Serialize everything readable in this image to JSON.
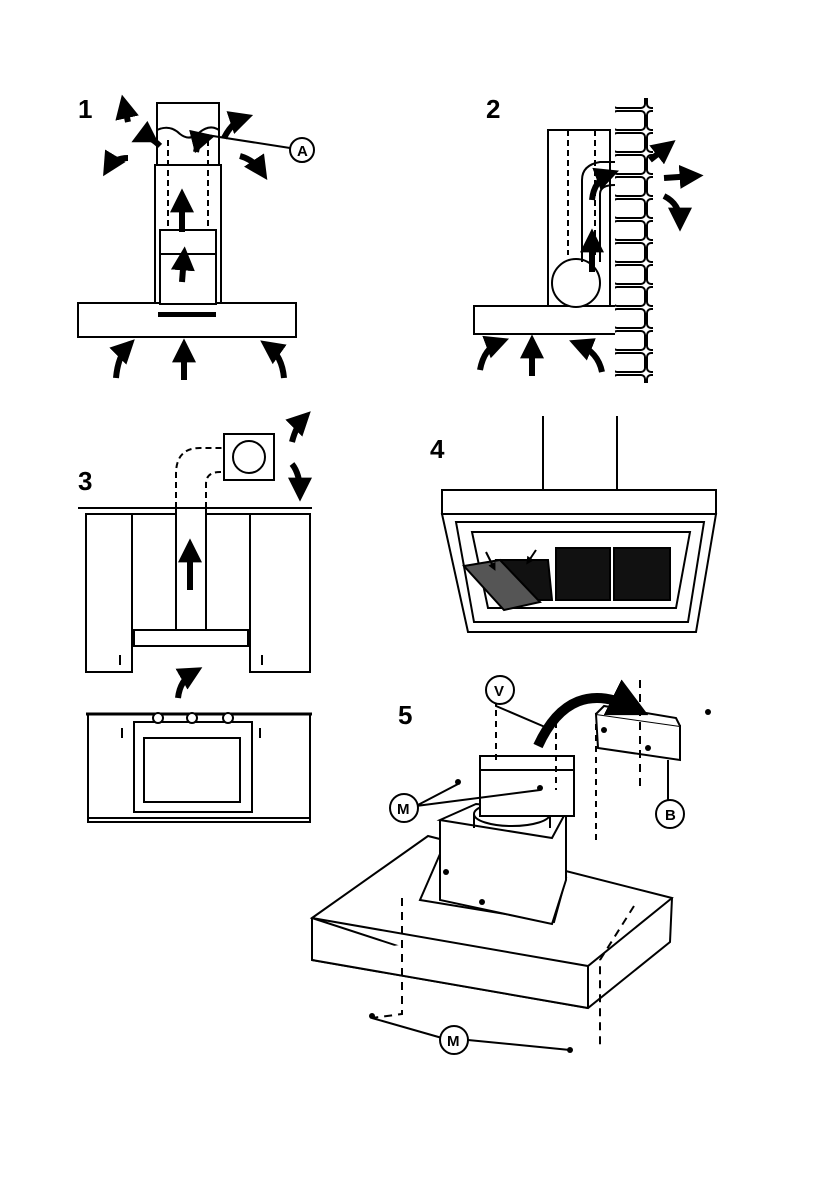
{
  "figures": [
    {
      "number": "1",
      "callouts": [
        "A"
      ]
    },
    {
      "number": "2",
      "callouts": []
    },
    {
      "number": "3",
      "callouts": []
    },
    {
      "number": "4",
      "callouts": []
    },
    {
      "number": "5",
      "callouts": [
        "V",
        "M",
        "B",
        "M"
      ]
    }
  ],
  "colors": {
    "ink": "#000000",
    "paper": "#ffffff",
    "filter": "#111111"
  }
}
